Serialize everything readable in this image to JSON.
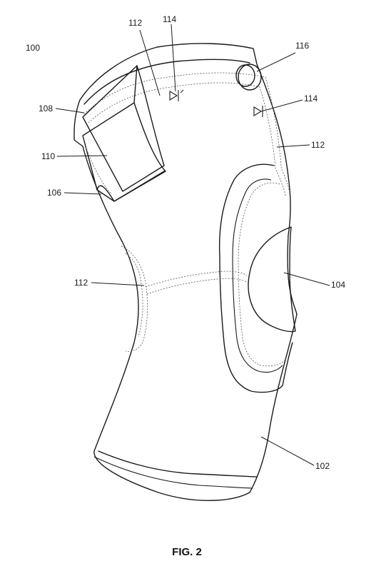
{
  "figure": {
    "caption": "FIG. 2",
    "labels": {
      "l100": "100",
      "l102": "102",
      "l104": "104",
      "l106": "106",
      "l108": "108",
      "l110": "110",
      "l112a": "112",
      "l112b": "112",
      "l112c": "112",
      "l114a": "114",
      "l114b": "114",
      "l116": "116"
    }
  }
}
